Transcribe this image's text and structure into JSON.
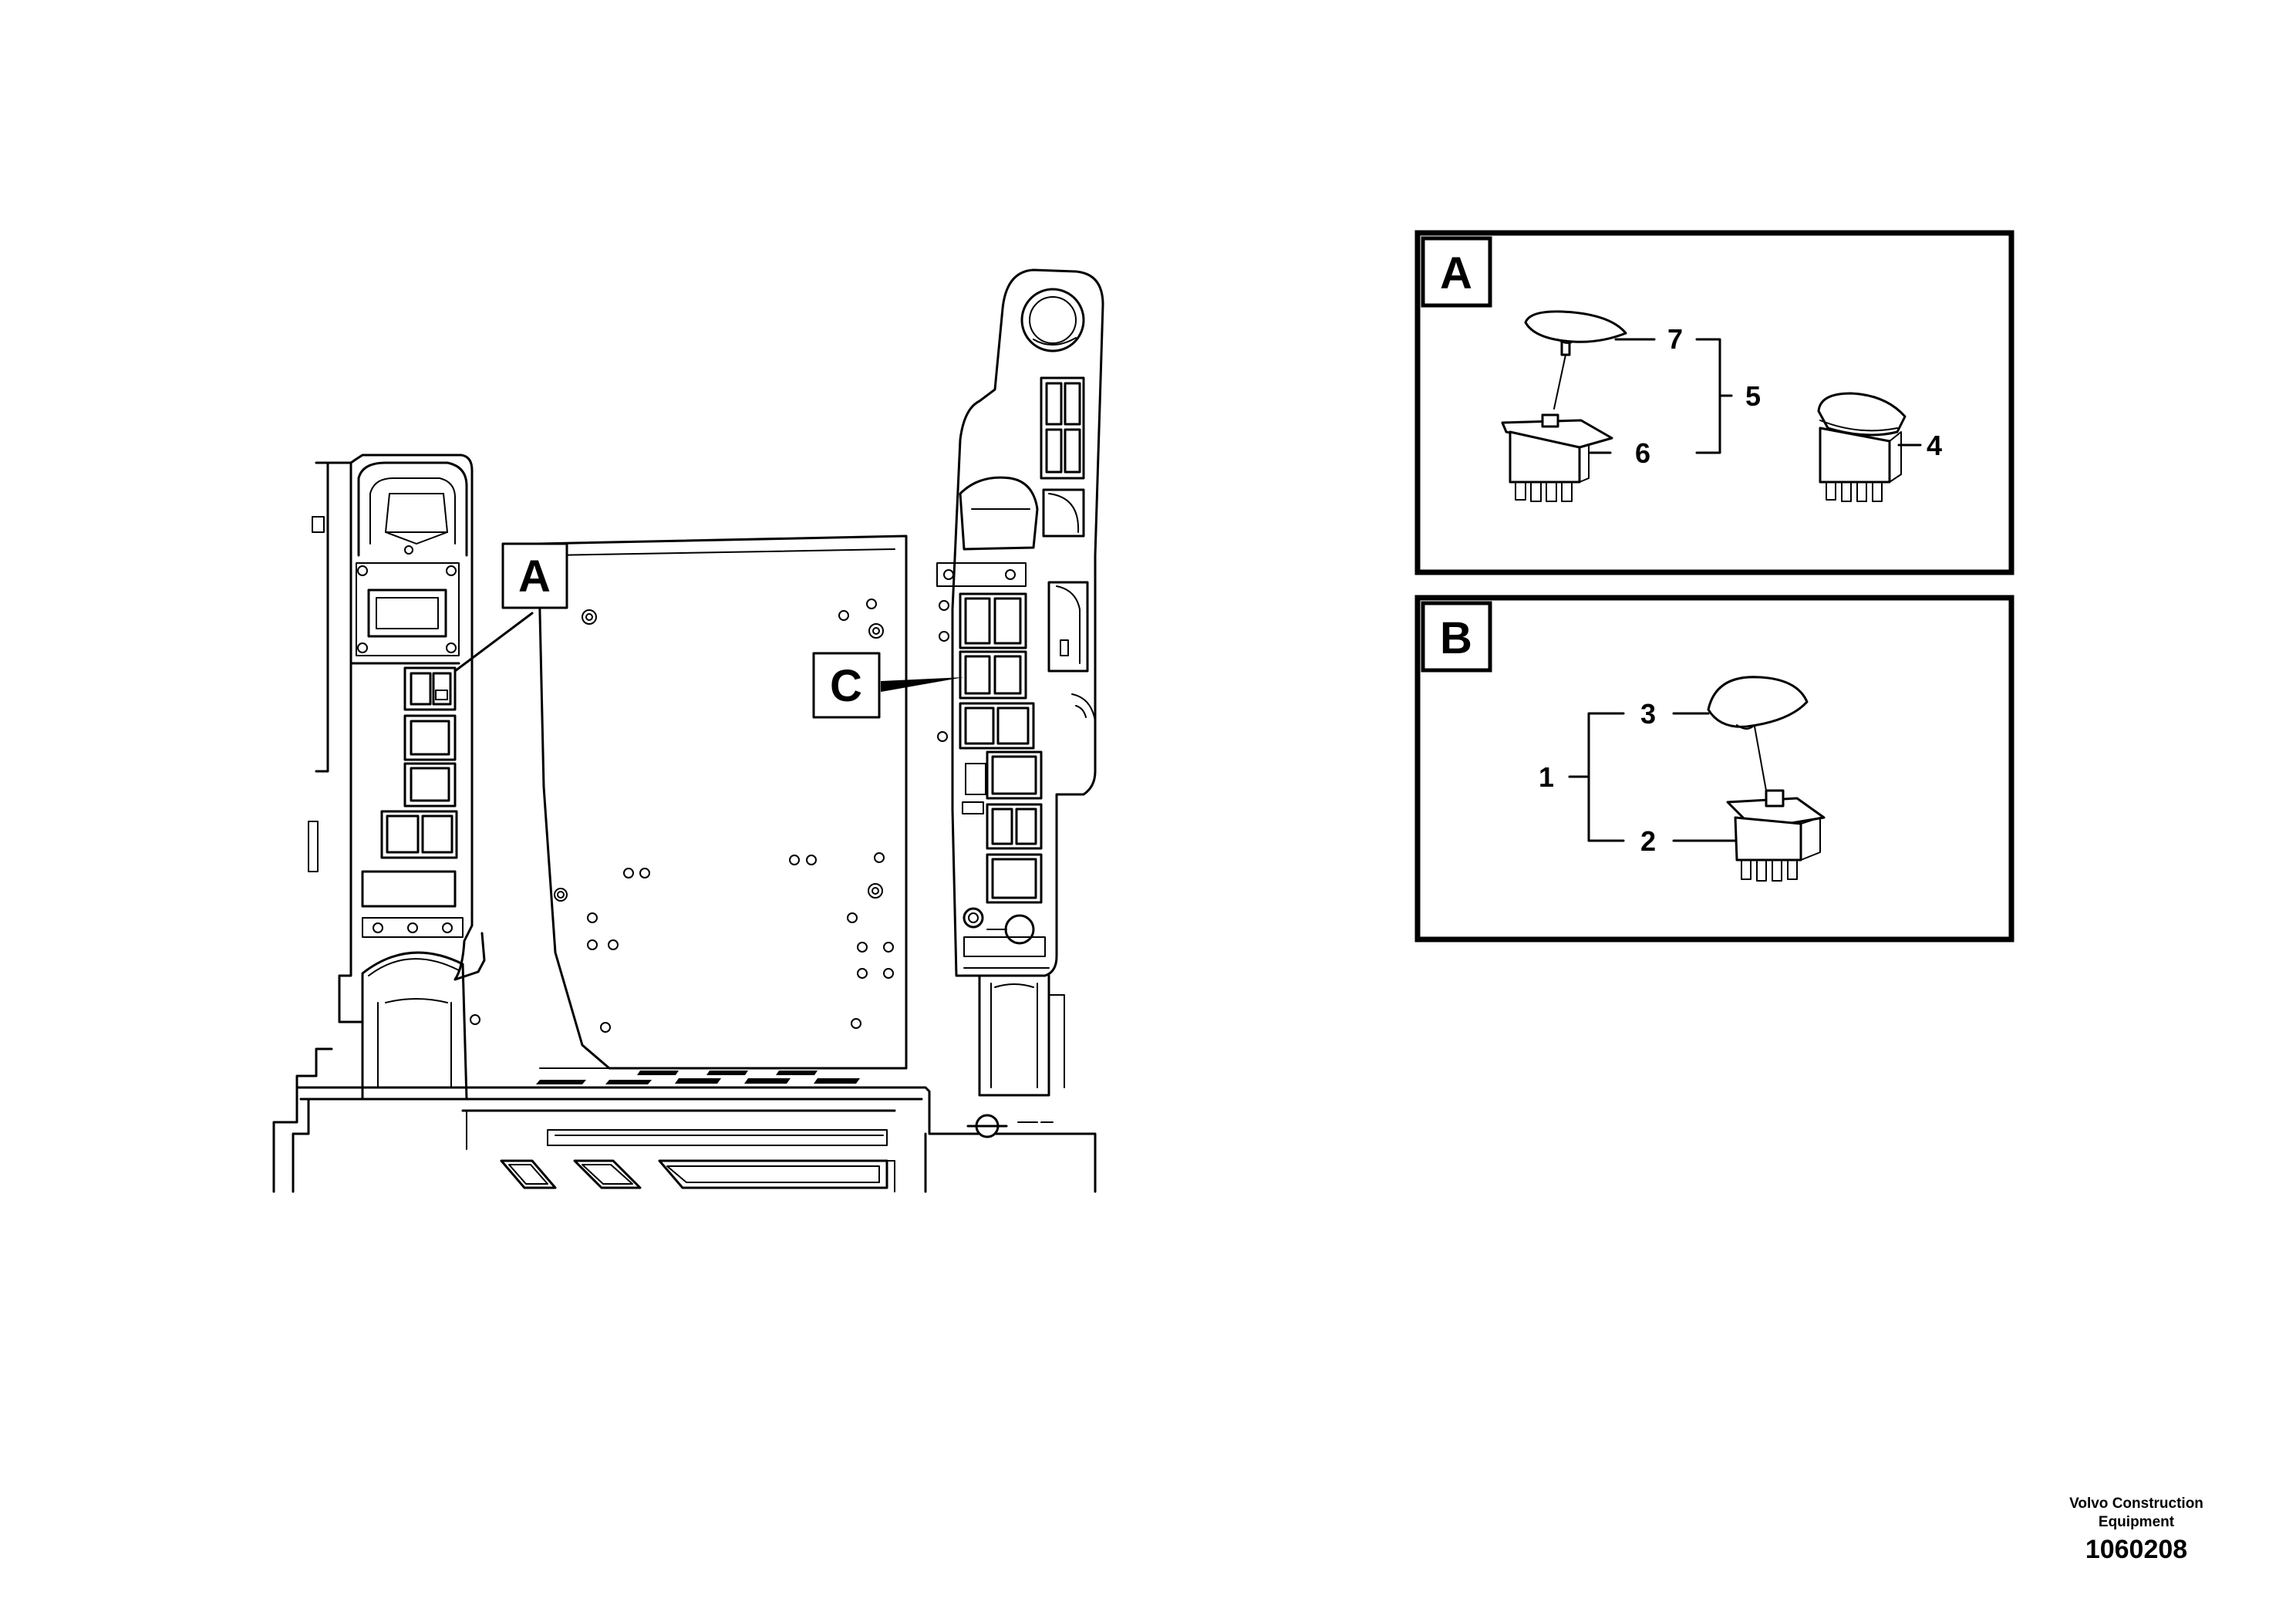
{
  "overview": {
    "callout_a": "A",
    "callout_c": "C"
  },
  "detail_a": {
    "letter": "A",
    "labels": {
      "n7": "7",
      "n6": "6",
      "n5": "5",
      "n4": "4"
    }
  },
  "detail_b": {
    "letter": "B",
    "labels": {
      "n3": "3",
      "n2": "2",
      "n1": "1"
    }
  },
  "footer": {
    "brand_line1": "Volvo Construction",
    "brand_line2": "Equipment",
    "doc_number": "1060208"
  }
}
